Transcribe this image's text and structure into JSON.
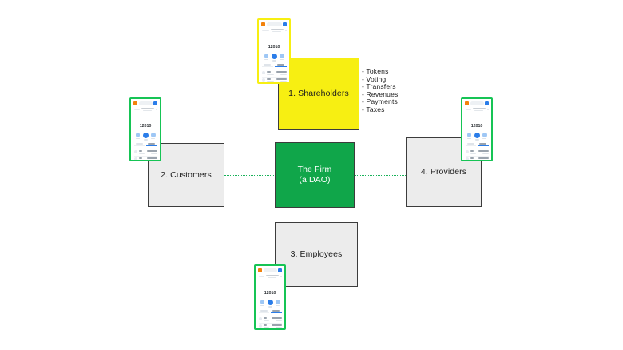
{
  "diagram": {
    "background_color": "#ffffff",
    "connector_color": "#19b25a",
    "nodes": [
      {
        "id": "firm",
        "label": "The Firm\n(a DAO)",
        "fill": "#10a64a",
        "text_color": "#ffffff"
      },
      {
        "id": "shareholders",
        "label": "1. Shareholders",
        "fill": "#f7ef12",
        "text_color": "#1d1d1d"
      },
      {
        "id": "customers",
        "label": "2. Customers",
        "fill": "#ececec",
        "text_color": "#1d1d1d"
      },
      {
        "id": "employees",
        "label": "3. Employees",
        "fill": "#ececec",
        "text_color": "#1d1d1d"
      },
      {
        "id": "providers",
        "label": "4. Providers",
        "fill": "#ececec",
        "text_color": "#1d1d1d"
      }
    ],
    "annotations": {
      "shareholders_bullets": [
        "- Tokens",
        "- Voting",
        "- Transfers",
        "- Revenues",
        "- Payments",
        "- Taxes"
      ]
    },
    "phone_mockups": [
      {
        "id": "phone-shareholders",
        "frame_color": "#f7ef12",
        "app": {
          "balance": "12010",
          "logo_color": "#f2820c",
          "avatar_color": "#2b7de9",
          "accent_color": "#2b7de9"
        }
      },
      {
        "id": "phone-customers",
        "frame_color": "#16c455",
        "app": {
          "balance": "12010",
          "logo_color": "#f2820c",
          "avatar_color": "#2b7de9",
          "accent_color": "#2b7de9"
        }
      },
      {
        "id": "phone-employees",
        "frame_color": "#16c455",
        "app": {
          "balance": "12010",
          "logo_color": "#f2820c",
          "avatar_color": "#2b7de9",
          "accent_color": "#2b7de9"
        }
      },
      {
        "id": "phone-providers",
        "frame_color": "#16c455",
        "app": {
          "balance": "12010",
          "logo_color": "#f2820c",
          "avatar_color": "#2b7de9",
          "accent_color": "#2b7de9"
        }
      }
    ]
  }
}
